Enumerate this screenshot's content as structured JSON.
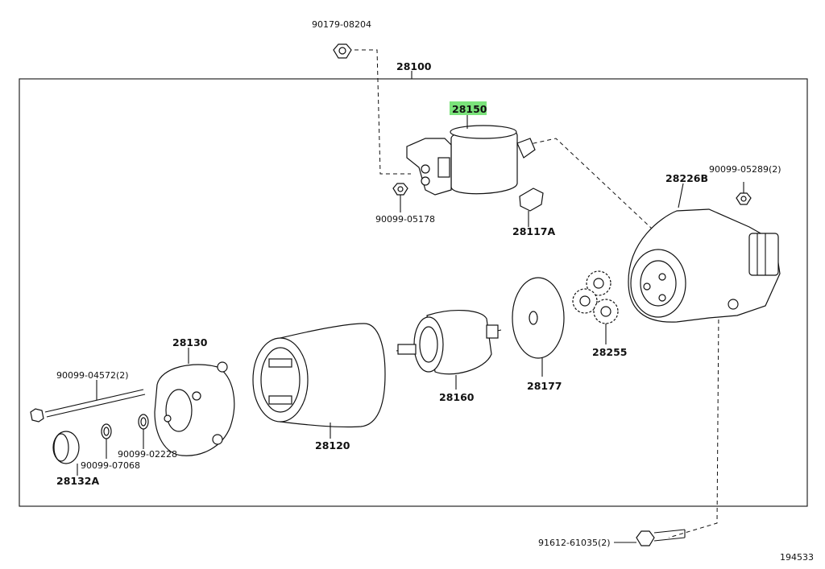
{
  "diagram_id": "194533",
  "highlighted_part": "28150",
  "labels": {
    "assembly": "28100",
    "nut_top": "90179-08204",
    "magnetic_switch": "28150",
    "nut_switch": "90099-05178",
    "cover": "28117A",
    "housing": "28226B",
    "housing_nut": "90099-05289(2)",
    "planetary_gears": "28255",
    "plate": "28177",
    "armature": "28160",
    "yoke": "28120",
    "end_frame": "28130",
    "through_bolt": "90099-04572(2)",
    "washer_a": "90099-02228",
    "washer_b": "90099-07068",
    "cap": "28132A",
    "mount_bolt": "91612-61035(2)"
  }
}
